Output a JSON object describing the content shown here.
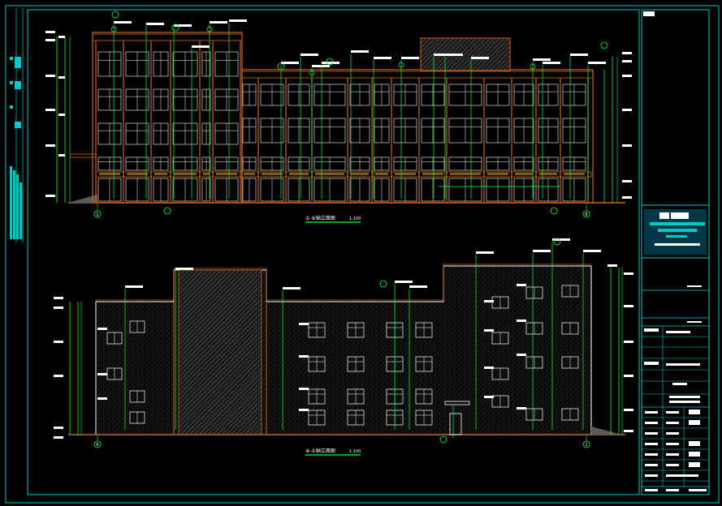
{
  "sheet": {
    "colors": {
      "background": "#000000",
      "frame": "#00c8c8",
      "outline": "#c8641e",
      "dimension": "#00ff3c",
      "facade": "#ffffff",
      "hatch": "#6a6a6a",
      "titleblock_band": "#00a0c8"
    }
  },
  "elevations": [
    {
      "id": "top",
      "title": "①-⑧轴立面图",
      "scale": "1:100",
      "axis_left": "1",
      "axis_right": "8"
    },
    {
      "id": "bottom",
      "title": "⑧-①轴立面图",
      "scale": "1:100",
      "axis_left": "8",
      "axis_right": "1"
    }
  ],
  "titleblock": {
    "logo_mark": "building-logo-icon"
  }
}
